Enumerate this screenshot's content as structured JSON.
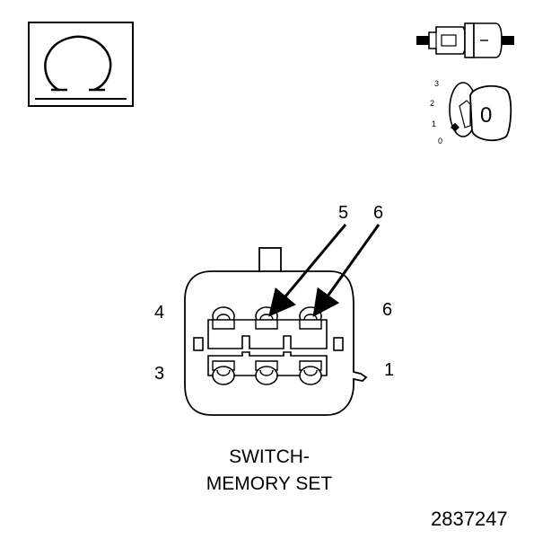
{
  "meter_symbol": {
    "icon": "omega-resistance-icon"
  },
  "connector_icon": {
    "icon": "connector-plug-icon"
  },
  "ignition": {
    "positions": [
      "3",
      "2",
      "1",
      "0"
    ],
    "key_label": "0"
  },
  "callouts": {
    "top_left": "5",
    "top_right": "6"
  },
  "cavities": {
    "upper_left": "4",
    "upper_right": "6",
    "lower_left": "3",
    "lower_right": "1"
  },
  "caption": {
    "line1": "SWITCH-",
    "line2": "MEMORY SET"
  },
  "part_number": "2837247"
}
